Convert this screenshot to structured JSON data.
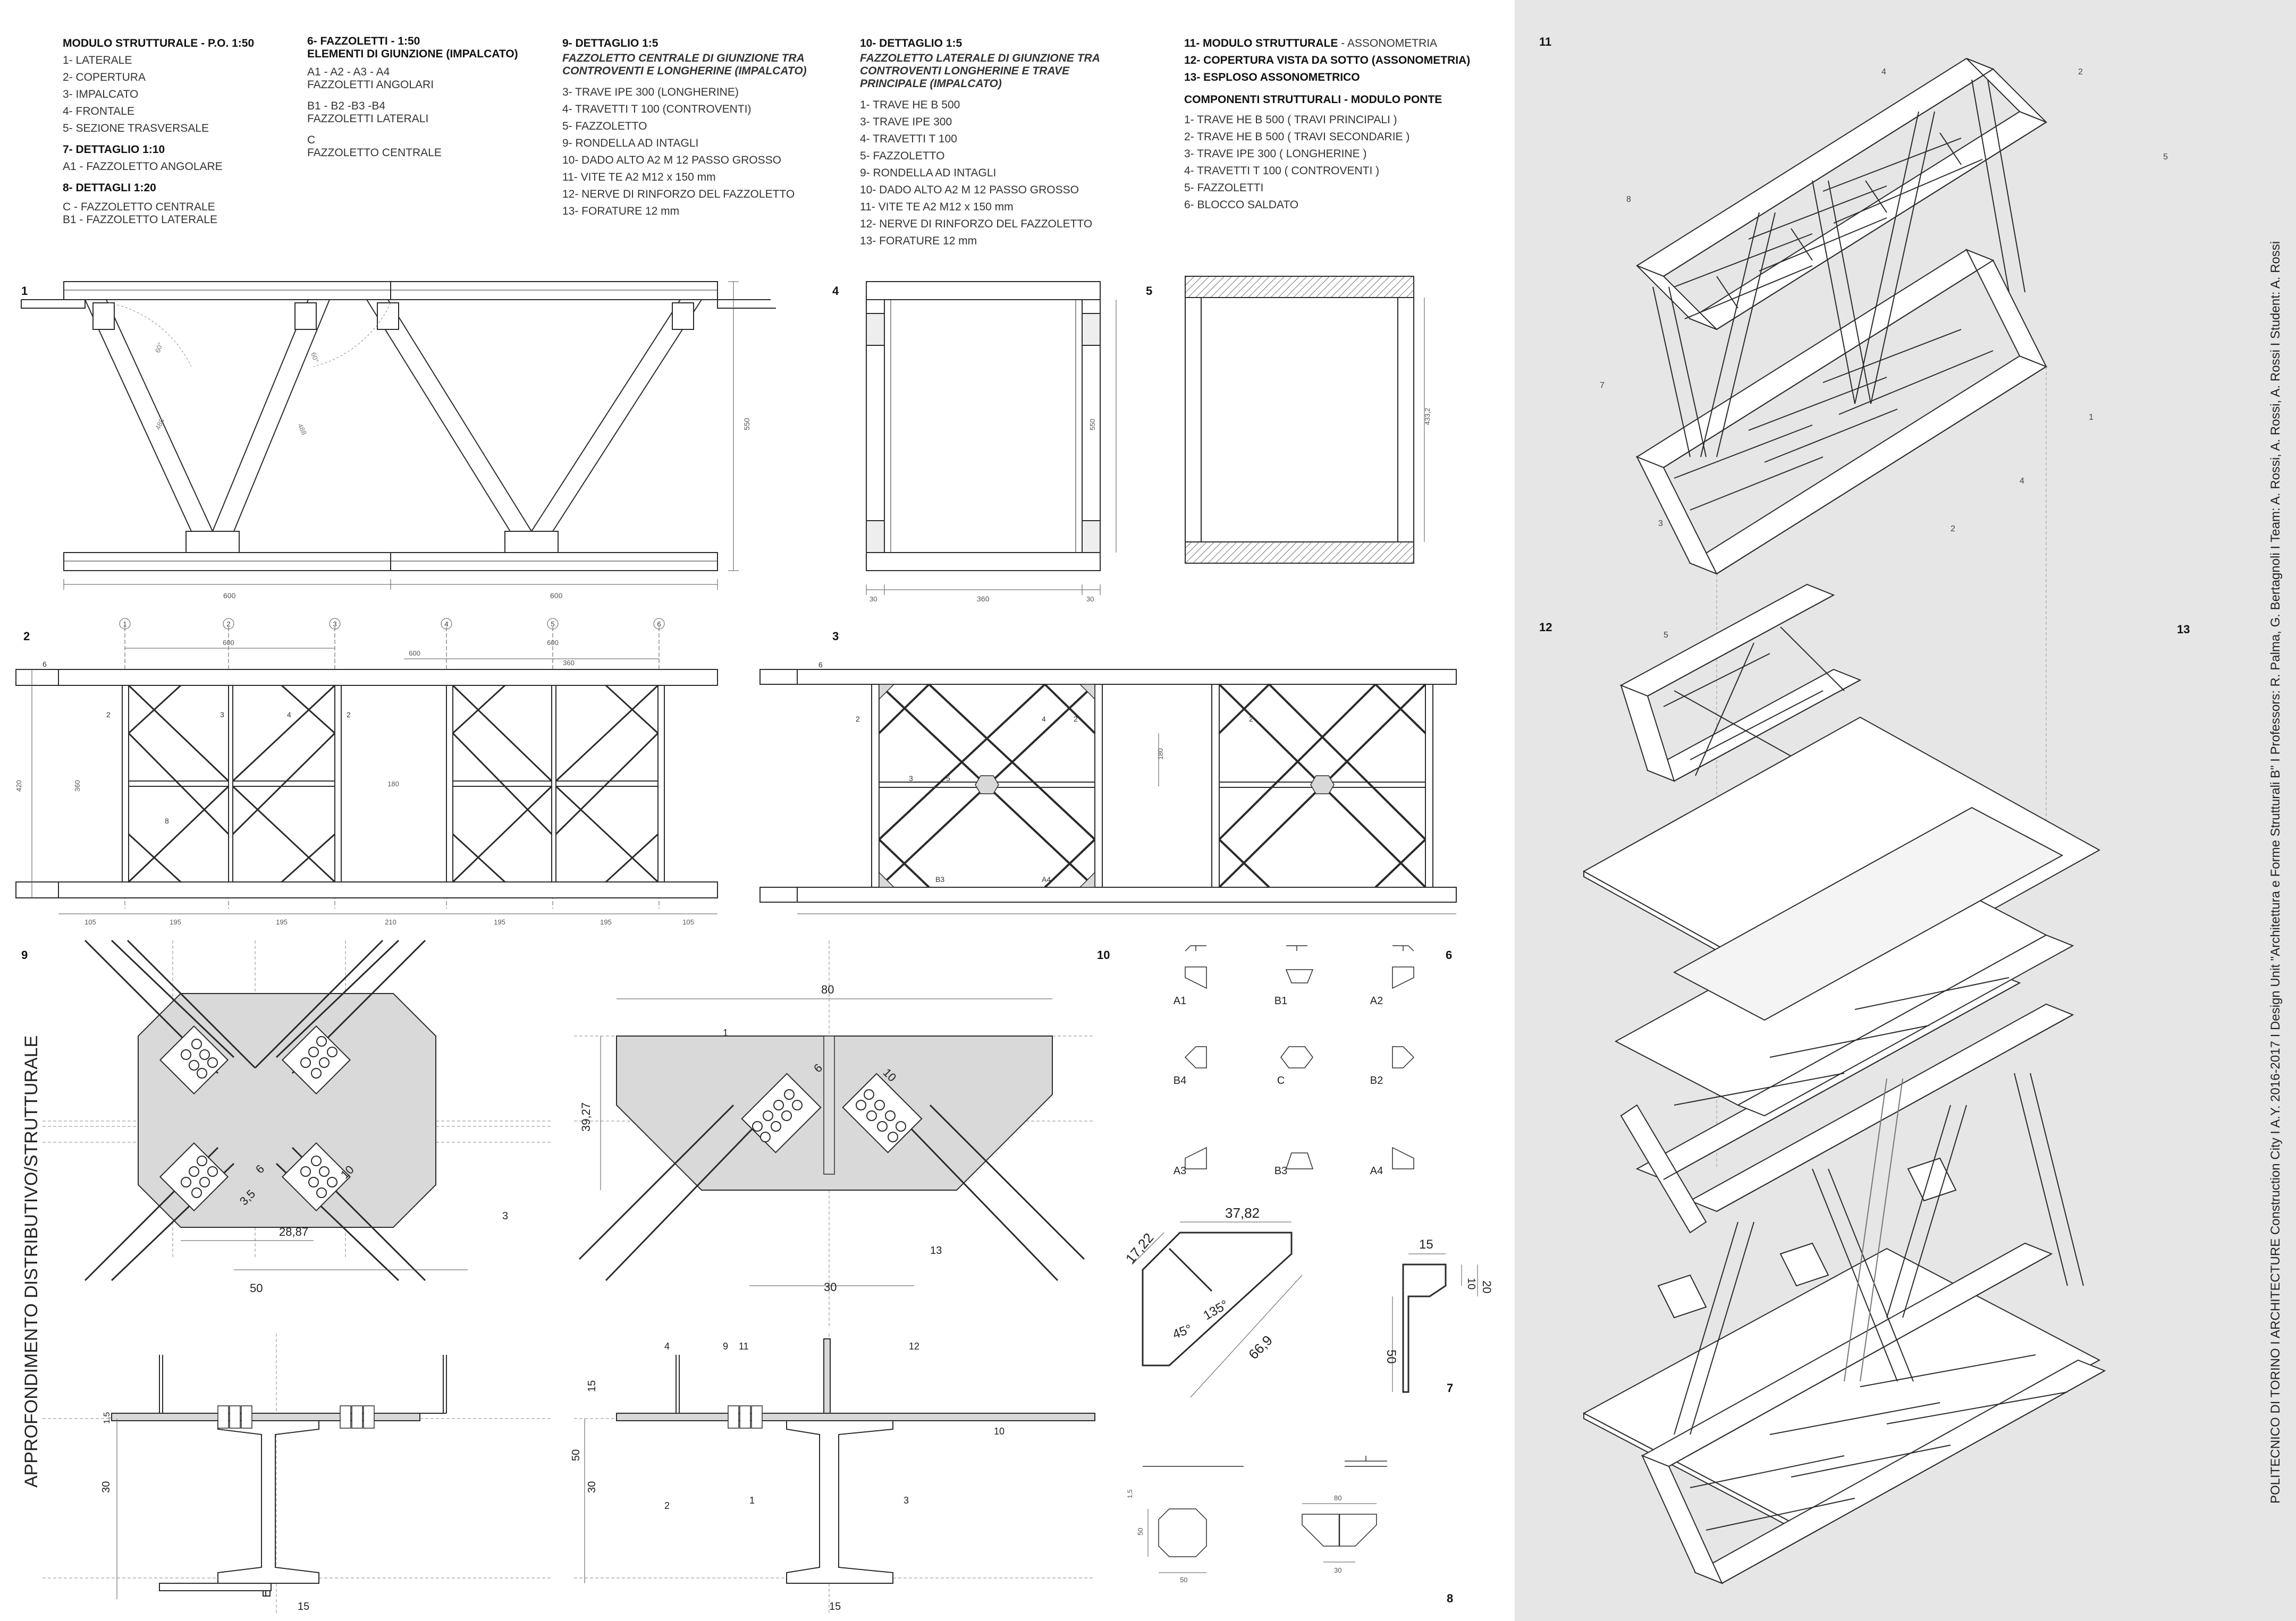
{
  "legend": {
    "col1": {
      "heading": "MODULO STRUTTURALE - P.O. 1:50",
      "items": [
        "1- LATERALE",
        "2- COPERTURA",
        "3- IMPALCATO",
        "4- FRONTALE",
        "5- SEZIONE TRASVERSALE"
      ],
      "heading2": "7- DETTAGLIO 1:10",
      "items2": [
        "A1 - FAZZOLETTO ANGOLARE"
      ],
      "heading3": "8- DETTAGLI 1:20",
      "items3": [
        "C - FAZZOLETTO CENTRALE",
        "B1 - FAZZOLETTO LATERALE"
      ]
    },
    "col2": {
      "heading": "6- FAZZOLETTI - 1:50",
      "heading_b": "ELEMENTI DI GIUNZIONE (IMPALCATO)",
      "items": [
        "A1 - A2 - A3 - A4",
        "FAZZOLETTI ANGOLARI",
        "B1 - B2 -B3 -B4",
        "FAZZOLETTI LATERALI",
        "C",
        "FAZZOLETTO CENTRALE"
      ]
    },
    "col3": {
      "heading": "9- DETTAGLIO 1:5",
      "subheading": "FAZZOLETTO CENTRALE DI GIUNZIONE TRA CONTROVENTI E LONGHERINE (IMPALCATO)",
      "items": [
        "3- TRAVE IPE 300 (LONGHERINE)",
        "4- TRAVETTI T 100 (CONTROVENTI)",
        "5- FAZZOLETTO",
        "9- RONDELLA AD INTAGLI",
        "10- DADO ALTO A2 M 12 PASSO GROSSO",
        "11- VITE TE A2 M12 x 150 mm",
        "12- NERVE DI RINFORZO DEL FAZZOLETTO",
        "13- FORATURE 12 mm"
      ]
    },
    "col4": {
      "heading": "10- DETTAGLIO 1:5",
      "subheading": "FAZZOLETTO LATERALE DI GIUNZIONE TRA CONTROVENTI LONGHERINE E TRAVE PRINCIPALE (IMPALCATO)",
      "items": [
        "1- TRAVE HE B 500",
        "3- TRAVE IPE 300",
        "4- TRAVETTI T 100",
        "5- FAZZOLETTO",
        "9- RONDELLA AD INTAGLI",
        "10- DADO ALTO A2 M 12 PASSO GROSSO",
        "11- VITE TE A2 M12 x 150 mm",
        "12- NERVE DI RINFORZO DEL FAZZOLETTO",
        "13- FORATURE 12 mm"
      ]
    },
    "col5": {
      "head1_a": "11- MODULO STRUTTURALE",
      "head1_b": " - ASSONOMETRIA",
      "head2": "12- COPERTURA VISTA DA SOTTO (ASSONOMETRIA)",
      "head3": "13- ESPLOSO ASSONOMETRICO",
      "heading": "COMPONENTI STRUTTURALI - MODULO PONTE",
      "items": [
        "1- TRAVE HE B 500 ( TRAVI PRINCIPALI )",
        "2- TRAVE HE B 500 ( TRAVI SECONDARIE )",
        "3- TRAVE IPE 300 ( LONGHERINE )",
        "4- TRAVETTI T 100 ( CONTROVENTI )",
        "5- FAZZOLETTI",
        "6- BLOCCO SALDATO"
      ]
    }
  },
  "drawing_numbers": [
    "1",
    "2",
    "3",
    "4",
    "5",
    "6",
    "7",
    "8",
    "9",
    "10",
    "11",
    "12",
    "13"
  ],
  "dims": {
    "d600": "600",
    "d550": "550",
    "d360": "360",
    "d30": "30",
    "d420": "420",
    "d180": "180",
    "d105": "105",
    "d195": "195",
    "d210": "210",
    "d80": "80",
    "d3927": "39,27",
    "d2887": "28,87",
    "d50": "50",
    "d15": "15",
    "d1_5": "1,5",
    "d3782": "37,82",
    "d1722": "17,22",
    "d669": "66,9",
    "d135": "135°",
    "d45": "45°",
    "d20": "20",
    "d10": "10",
    "d6": "6",
    "d3_5": "3,5",
    "d4332": "433,2",
    "d488": "488",
    "d60deg": "60°"
  },
  "grid_labels": [
    "1",
    "2",
    "3",
    "4",
    "5",
    "6"
  ],
  "gusset_labels": [
    "A1",
    "B1",
    "A2",
    "B4",
    "C",
    "B2",
    "A3",
    "B3",
    "A4"
  ],
  "callouts": [
    "1",
    "2",
    "3",
    "4",
    "5",
    "6",
    "7",
    "8",
    "9",
    "10",
    "11",
    "12",
    "13"
  ],
  "side_title": "APPROFONDIMENTO DISTRIBUTIVO/STRUTTURALE",
  "credits": "POLITECNICO DI TORINO I ARCHITECTURE Construction City I A.Y. 2016-2017 I Design Unit \"Architettura e Forme Strutturali B\" I Professors: R. Palma, G. Bertagnoli I Team: A. Rossi, A. Rossi, A. Rossi I Student: A. Rossi",
  "colors": {
    "panel": "#e6e6e6",
    "fill": "#d9d9d9",
    "line": "#2b2b2b"
  }
}
